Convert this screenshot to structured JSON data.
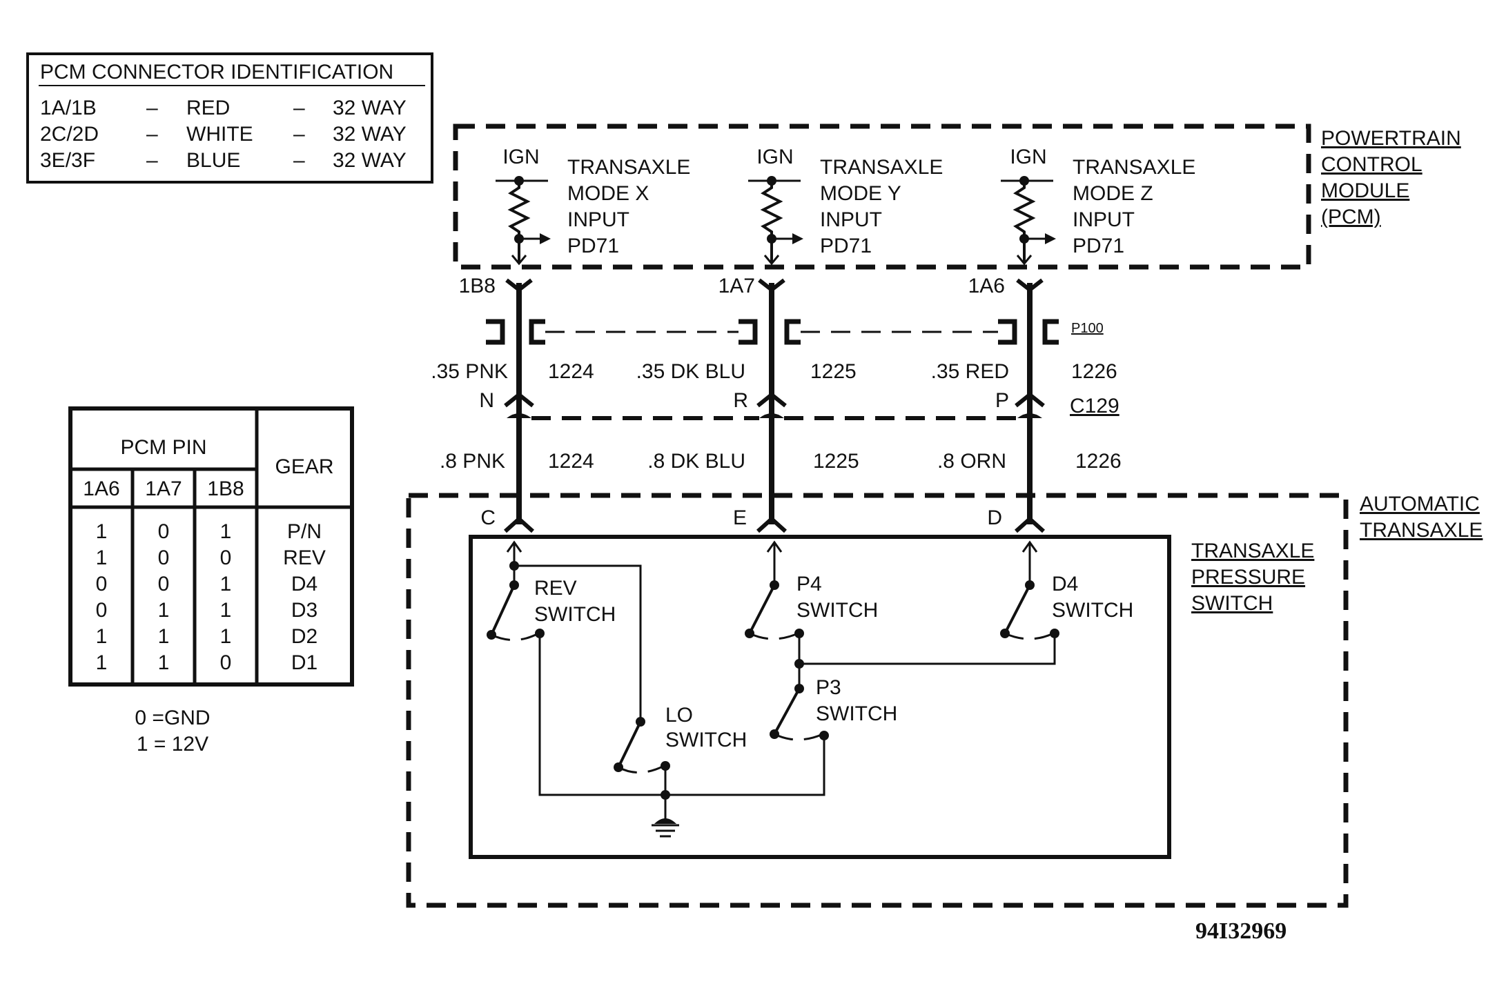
{
  "connector_table": {
    "title": "PCM CONNECTOR IDENTIFICATION",
    "rows": [
      {
        "pins": "1A/1B",
        "dash1": "–",
        "color": "RED",
        "dash2": "–",
        "ways": "32 WAY"
      },
      {
        "pins": "2C/2D",
        "dash1": "–",
        "color": "WHITE",
        "dash2": "–",
        "ways": "32 WAY"
      },
      {
        "pins": "3E/3F",
        "dash1": "–",
        "color": "BLUE",
        "dash2": "–",
        "ways": "32 WAY"
      }
    ]
  },
  "gear_table": {
    "pcm_pin_header": "PCM PIN",
    "gear_header": "GEAR",
    "pins": [
      "1A6",
      "1A7",
      "1B8"
    ],
    "rows": [
      {
        "a6": "1",
        "a7": "0",
        "b8": "1",
        "gear": "P/N"
      },
      {
        "a6": "1",
        "a7": "0",
        "b8": "0",
        "gear": "REV"
      },
      {
        "a6": "0",
        "a7": "0",
        "b8": "1",
        "gear": "D4"
      },
      {
        "a6": "0",
        "a7": "1",
        "b8": "1",
        "gear": "D3"
      },
      {
        "a6": "1",
        "a7": "1",
        "b8": "1",
        "gear": "D2"
      },
      {
        "a6": "1",
        "a7": "1",
        "b8": "0",
        "gear": "D1"
      }
    ],
    "legend": [
      "0 =GND",
      "1 = 12V"
    ]
  },
  "pcm": {
    "label": [
      "POWERTRAIN",
      "CONTROL",
      "MODULE",
      "(PCM)"
    ],
    "ign": "IGN",
    "inputs": [
      {
        "lines": [
          "TRANSAXLE",
          "MODE X",
          "INPUT",
          "PD71"
        ],
        "pin": "1B8"
      },
      {
        "lines": [
          "TRANSAXLE",
          "MODE Y",
          "INPUT",
          "PD71"
        ],
        "pin": "1A7"
      },
      {
        "lines": [
          "TRANSAXLE",
          "MODE Z",
          "INPUT",
          "PD71"
        ],
        "pin": "1A6"
      }
    ]
  },
  "connectors": {
    "p100": "P100",
    "c129": "C129",
    "c129_pins": [
      "N",
      "R",
      "P"
    ],
    "transaxle_pins": [
      "C",
      "E",
      "D"
    ]
  },
  "wires_upper": [
    {
      "gauge": ".35 PNK",
      "circuit": "1224"
    },
    {
      "gauge": ".35 DK BLU",
      "circuit": "1225"
    },
    {
      "gauge": ".35 RED",
      "circuit": "1226"
    }
  ],
  "wires_lower": [
    {
      "gauge": ".8 PNK",
      "circuit": "1224"
    },
    {
      "gauge": ".8 DK BLU",
      "circuit": "1225"
    },
    {
      "gauge": ".8 ORN",
      "circuit": "1226"
    }
  ],
  "transaxle": {
    "label": [
      "AUTOMATIC",
      "TRANSAXLE"
    ],
    "pressure_switch_label": [
      "TRANSAXLE",
      "PRESSURE",
      "SWITCH"
    ],
    "switches": {
      "rev": [
        "REV",
        "SWITCH"
      ],
      "p4": [
        "P4",
        "SWITCH"
      ],
      "d4": [
        "D4",
        "SWITCH"
      ],
      "lo": [
        "LO",
        "SWITCH"
      ],
      "p3": [
        "P3",
        "SWITCH"
      ]
    }
  },
  "figure_code": "94I32969"
}
